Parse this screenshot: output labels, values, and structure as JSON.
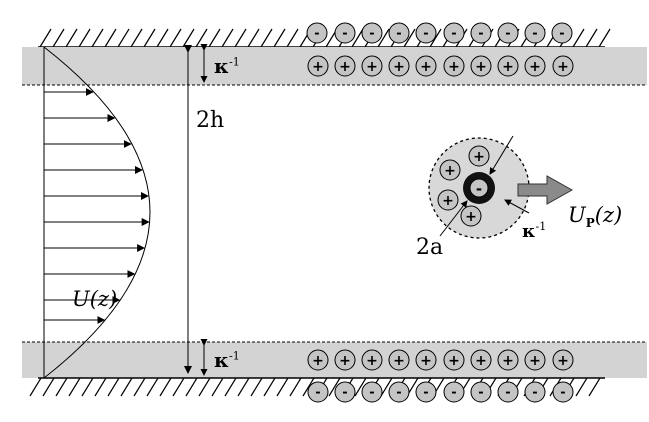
{
  "labels": {
    "top_debye": "κ",
    "top_debye_exp": "-1",
    "bottom_debye": "κ",
    "bottom_debye_exp": "-1",
    "particle_debye": "κ",
    "particle_debye_exp": "-1",
    "height": "2h",
    "diameter": "2a",
    "flow": "U(z)",
    "particle_velocity_base": "U",
    "particle_velocity_sub": "P",
    "particle_velocity_arg": "(z)"
  },
  "ions": {
    "top_wall_negative": 10,
    "top_layer_positive": 10,
    "bottom_layer_positive": 10,
    "bottom_wall_negative": 10,
    "particle_core": "-",
    "particle_cloud_positive": 4
  },
  "glyphs": {
    "plus": "+",
    "minus": "-"
  },
  "colors": {
    "layer_fill": "#d3d3d3",
    "ion_fill": "#c4c4c4",
    "cloud_fill": "#d8d8d8",
    "line": "#000000",
    "arrow_fill": "#8a8a8a"
  }
}
